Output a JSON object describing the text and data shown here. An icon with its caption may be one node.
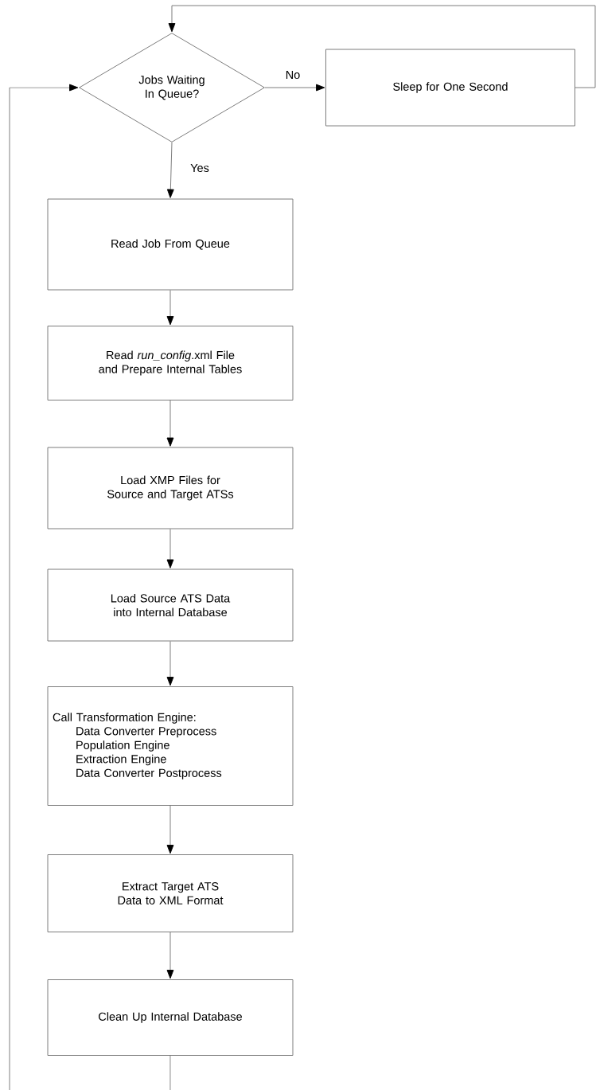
{
  "diagram": {
    "nodes": [
      {
        "text": [
          "Jobs Waiting In Queue?"
        ]
      },
      {
        "text": [
          "Sleep for One Second"
        ]
      },
      {
        "text": [
          "Read Job From Queue"
        ]
      },
      {
        "text": [
          "Read *run_config*.xml File and Prepare Internal Tables"
        ]
      },
      {
        "text": [
          "Load XMP Files for Source and Target ATSs"
        ]
      },
      {
        "text": [
          "Load Source ATS Data into Internal Database"
        ]
      },
      {
        "text": [
          "Call Transformation Engine:",
          "Data Converter Preprocess",
          "Population Engine",
          "Extraction Engine",
          "Data Converter Postprocess"
        ]
      },
      {
        "text": [
          "Extract Target ATS Data to XML Format"
        ]
      },
      {
        "text": [
          "Clean Up Internal Database"
        ]
      }
    ],
    "edges": [
      {
        "from": 0,
        "to": 1,
        "arrow": "to",
        "label": "No"
      },
      {
        "from": 1,
        "to": 0,
        "arrow": "to"
      },
      {
        "from": 0,
        "to": 2,
        "arrow": "to",
        "label": "Yes"
      },
      {
        "from": 2,
        "to": 3,
        "arrow": "to"
      },
      {
        "from": 3,
        "to": 4,
        "arrow": "to"
      },
      {
        "from": 4,
        "to": 5,
        "arrow": "to"
      },
      {
        "from": 5,
        "to": 6,
        "arrow": "to"
      },
      {
        "from": 6,
        "to": 7,
        "arrow": "to"
      },
      {
        "from": 7,
        "to": 8,
        "arrow": "to"
      },
      {
        "from": 8,
        "to": null,
        "arrow": "none"
      },
      {
        "from": null,
        "to": 0,
        "arrow": "to"
      }
    ]
  }
}
